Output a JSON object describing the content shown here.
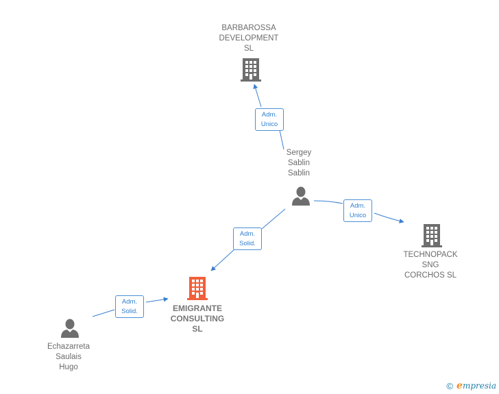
{
  "nodes": {
    "barbarossa": {
      "label": "BARBAROSSA\nDEVELOPMENT\nSL",
      "type": "company",
      "color": "#6e6e6e"
    },
    "sergey": {
      "label": "Sergey\nSablin\nSablin",
      "type": "person",
      "color": "#6e6e6e"
    },
    "technopack": {
      "label": "TECHNOPACK\nSNG\nCORCHOS  SL",
      "type": "company",
      "color": "#6e6e6e"
    },
    "emigrante": {
      "label": "EMIGRANTE\nCONSULTING\nSL",
      "type": "company",
      "color": "#f0603a",
      "focus": true
    },
    "echazarreta": {
      "label": "Echazarreta\nSaulais\nHugo",
      "type": "person",
      "color": "#6e6e6e"
    }
  },
  "edges": [
    {
      "from": "sergey",
      "to": "barbarossa",
      "label": "Adm.\nUnico"
    },
    {
      "from": "sergey",
      "to": "technopack",
      "label": "Adm.\nUnico"
    },
    {
      "from": "sergey",
      "to": "emigrante",
      "label": "Adm.\nSolid."
    },
    {
      "from": "echazarreta",
      "to": "emigrante",
      "label": "Adm.\nSolid."
    }
  ],
  "footer": {
    "copyright_symbol": "©",
    "brand_initial": "e",
    "brand_rest": "mpresia"
  },
  "colors": {
    "edge": "#3a7fd0",
    "node_gray": "#6e6e6e",
    "focus": "#f0603a"
  }
}
